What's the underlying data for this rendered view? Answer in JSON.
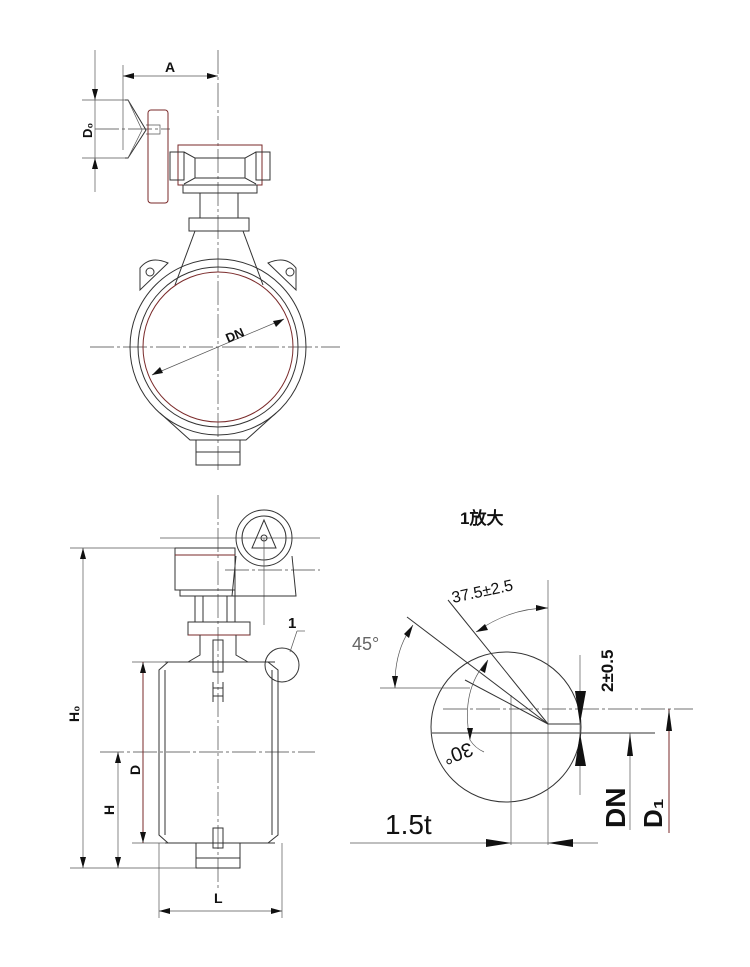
{
  "top_view": {
    "dim_A": "A",
    "dim_D0": "D₀",
    "dim_DN": "DN"
  },
  "side_view": {
    "dim_H0": "H₀",
    "dim_H": "H",
    "dim_D": "D",
    "dim_L": "L",
    "callout": "1"
  },
  "detail_view": {
    "title": "1放大",
    "angle_bevel": "37.5±2.5",
    "angle_45": "45°",
    "angle_30": "30°",
    "land": "2±0.5",
    "offset": "1.5t",
    "dim_DN": "DN",
    "dim_D1": "D₁"
  }
}
